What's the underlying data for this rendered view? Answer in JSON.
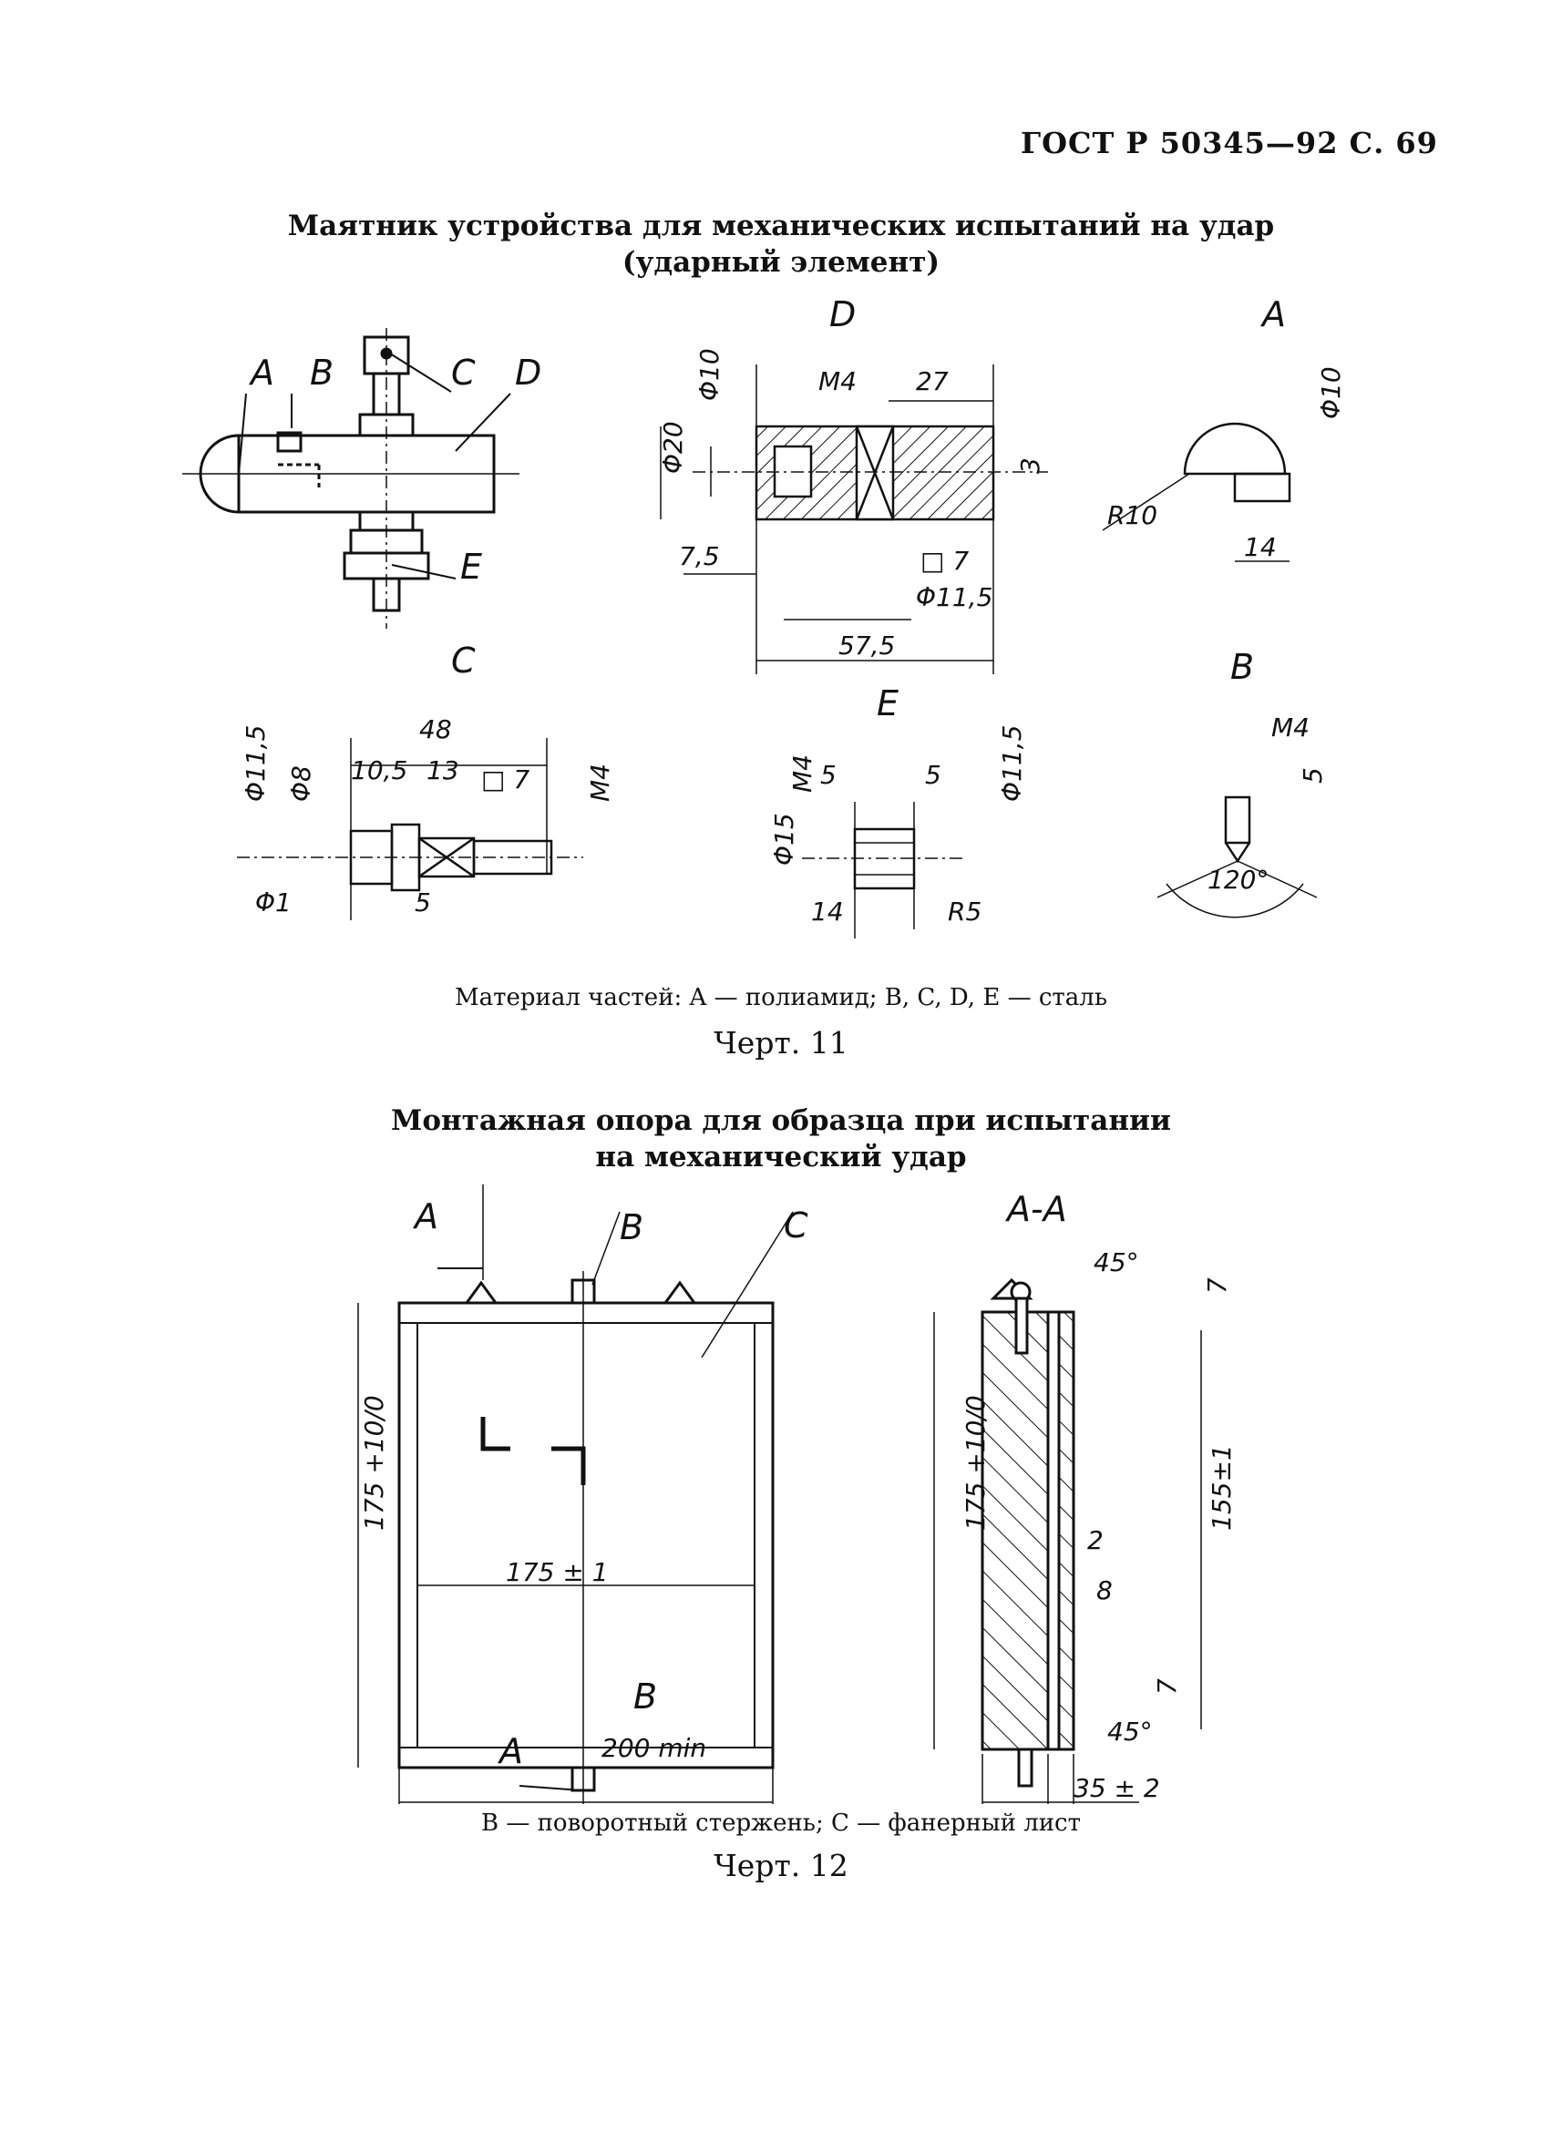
{
  "header": {
    "gost": "ГОСТ Р 50345—92 С. 69"
  },
  "figure11": {
    "title_line1": "Маятник устройства для механических испытаний на удар",
    "title_line2": "(ударный элемент)",
    "material_caption": "Материал частей: A — полиамид; B, C, D, E — сталь",
    "chert": "Черт. 11",
    "views": {
      "overview_labels": [
        "A",
        "B",
        "C",
        "D",
        "E"
      ],
      "D": {
        "label": "D",
        "dims": [
          "Φ10",
          "M4",
          "27",
          "Φ20",
          "3",
          "7,5",
          "□ 7",
          "Φ11,5",
          "57,5"
        ]
      },
      "A": {
        "label": "A",
        "dims": [
          "Φ10",
          "R10",
          "14"
        ]
      },
      "C": {
        "label": "C",
        "dims": [
          "48",
          "10,5",
          "13",
          "□ 7",
          "Φ11,5",
          "Φ8",
          "M4",
          "Φ1",
          "5"
        ]
      },
      "E": {
        "label": "E",
        "dims": [
          "M4",
          "5",
          "5",
          "Φ11,5",
          "Φ15",
          "14",
          "R5"
        ]
      },
      "B": {
        "label": "B",
        "dims": [
          "M4",
          "5",
          "120°"
        ]
      }
    }
  },
  "figure12": {
    "title_line1": "Монтажная опора для образца при испытании",
    "title_line2": "на механический удар",
    "caption": "B — поворотный стержень; C — фанерный лист",
    "chert": "Черт. 12",
    "front": {
      "labels": [
        "A",
        "B",
        "C",
        "B",
        "A"
      ],
      "dims": [
        "175 +10/0",
        "175±1",
        "200 min"
      ]
    },
    "section": {
      "label": "A-A",
      "dims": [
        "45°",
        "7",
        "175 +10/0",
        "155±1",
        "2",
        "8",
        "7",
        "45°",
        "35±2"
      ]
    }
  }
}
